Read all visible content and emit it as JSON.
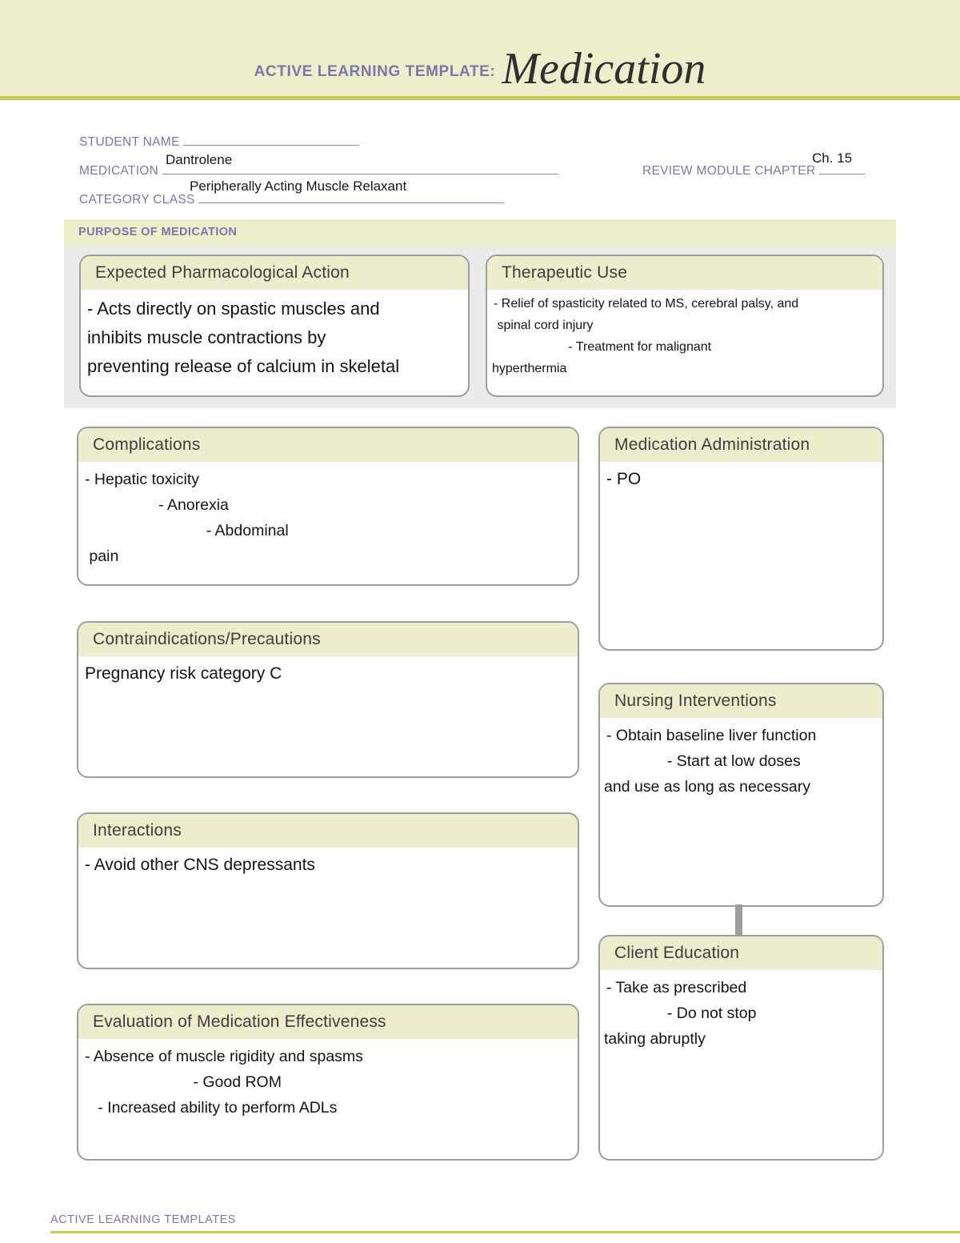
{
  "header": {
    "kicker": "ACTIVE LEARNING TEMPLATE:",
    "title": "Medication",
    "band_color": "#edeecb",
    "rule_color": "#c8cc52",
    "accent_text_color": "#7e76a9"
  },
  "form": {
    "student_name_label": "STUDENT NAME",
    "student_name_value": "",
    "medication_label": "MEDICATION",
    "medication_value": "Dantrolene",
    "review_module_label": "REVIEW MODULE CHAPTER",
    "review_module_value": "Ch. 15",
    "category_class_label": "CATEGORY CLASS",
    "category_class_value": "Peripherally Acting Muscle Relaxant"
  },
  "purpose": {
    "strip_label": "PURPOSE OF MEDICATION",
    "panel_color": "#ebebeb",
    "expected_action": {
      "title": "Expected Pharmacological Action",
      "lines": [
        "- Acts directly on spastic muscles and",
        "inhibits muscle contractions by",
        "preventing release of calcium in skeletal"
      ]
    },
    "therapeutic_use": {
      "title": "Therapeutic Use",
      "lines": [
        "- Relief of spasticity related to MS, cerebral palsy, and",
        " spinal cord injury",
        "                     - Treatment for malignant",
        "hyperthermia"
      ]
    }
  },
  "cards": {
    "complications": {
      "title": "Complications",
      "lines": [
        "- Hepatic toxicity",
        "                 - Anorexia",
        "                            - Abdominal",
        " pain"
      ]
    },
    "contraindications": {
      "title": "Contraindications/Precautions",
      "lines": [
        "Pregnancy risk category C"
      ]
    },
    "interactions": {
      "title": "Interactions",
      "lines": [
        "- Avoid other CNS depressants"
      ]
    },
    "evaluation": {
      "title": "Evaluation of Medication Effectiveness",
      "lines": [
        "- Absence of muscle rigidity and spasms",
        "                         - Good ROM",
        "",
        "   - Increased ability to perform ADLs"
      ]
    },
    "medication_administration": {
      "title": "Medication Administration",
      "lines": [
        "- PO"
      ]
    },
    "nursing_interventions": {
      "title": "Nursing Interventions",
      "lines": [
        "- Obtain baseline liver function",
        "              - Start at low doses",
        "and use as long as necessary"
      ]
    },
    "client_education": {
      "title": "Client Education",
      "lines": [
        "- Take as prescribed",
        "              - Do not stop",
        "taking abruptly"
      ]
    }
  },
  "footer": {
    "label": "ACTIVE LEARNING TEMPLATES"
  },
  "dashes": {
    "student": "___________________________",
    "medication": "_____________________________________________________________",
    "chapter": "_______",
    "category": "_______________________________________________"
  }
}
